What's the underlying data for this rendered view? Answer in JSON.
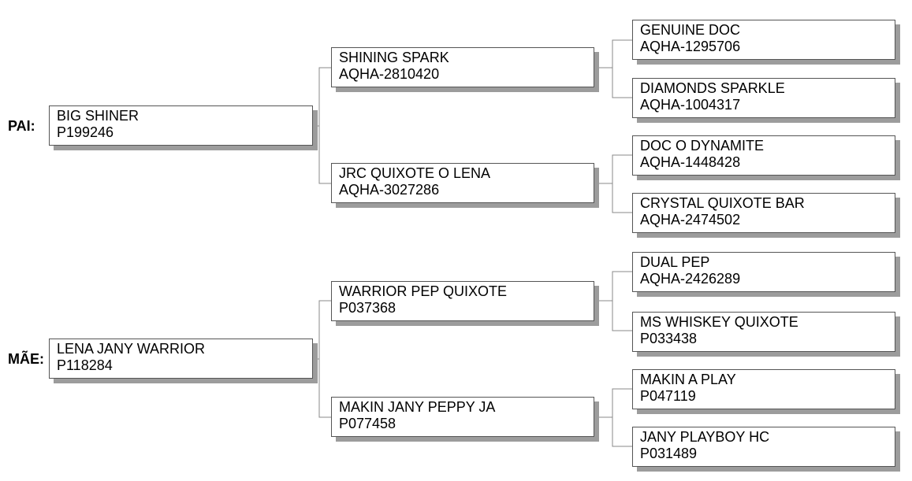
{
  "pedigree": {
    "sire": {
      "side_label": "PAI:",
      "name": "BIG SHINER",
      "reg": "P199246",
      "sire": {
        "name": "SHINING SPARK",
        "reg": "AQHA-2810420",
        "sire": {
          "name": "GENUINE DOC",
          "reg": "AQHA-1295706"
        },
        "dam": {
          "name": "DIAMONDS SPARKLE",
          "reg": "AQHA-1004317"
        }
      },
      "dam": {
        "name": "JRC QUIXOTE O LENA",
        "reg": "AQHA-3027286",
        "sire": {
          "name": "DOC O DYNAMITE",
          "reg": "AQHA-1448428"
        },
        "dam": {
          "name": "CRYSTAL QUIXOTE BAR",
          "reg": "AQHA-2474502"
        }
      }
    },
    "dam": {
      "side_label": "MÃE:",
      "name": "LENA JANY WARRIOR",
      "reg": "P118284",
      "sire": {
        "name": "WARRIOR PEP QUIXOTE",
        "reg": "P037368",
        "sire": {
          "name": "DUAL PEP",
          "reg": "AQHA-2426289"
        },
        "dam": {
          "name": "MS WHISKEY QUIXOTE",
          "reg": "P033438"
        }
      },
      "dam": {
        "name": "MAKIN JANY PEPPY JA",
        "reg": "P077458",
        "sire": {
          "name": "MAKIN A PLAY",
          "reg": "P047119"
        },
        "dam": {
          "name": "JANY PLAYBOY HC",
          "reg": "P031489"
        }
      }
    }
  },
  "colors": {
    "border": "#555555",
    "shadow": "#9c9c9c",
    "connector": "#888888"
  }
}
